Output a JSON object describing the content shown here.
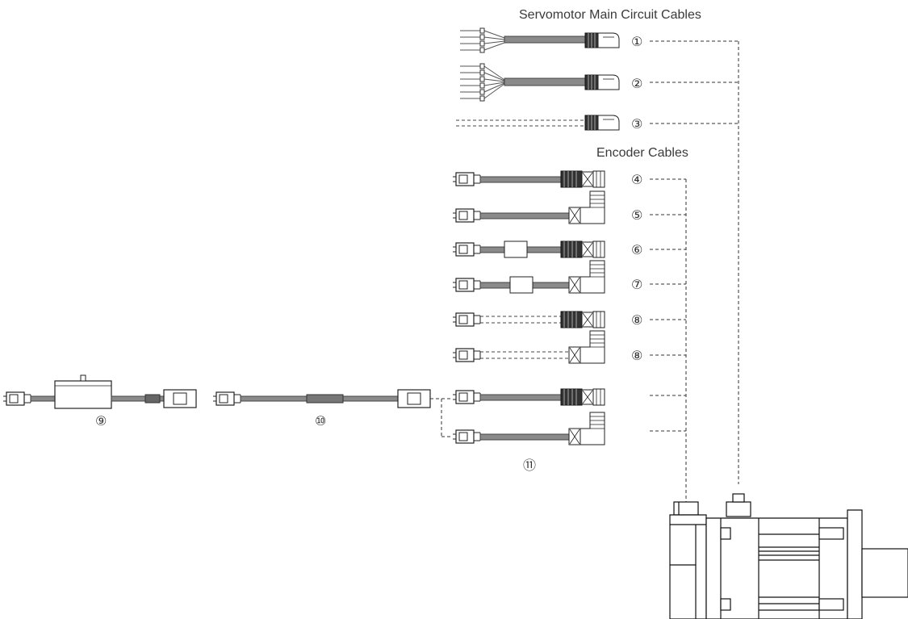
{
  "headings": {
    "main_circuit": "Servomotor Main Circuit Cables",
    "encoder": "Encoder Cables"
  },
  "labels": {
    "c1": "①",
    "c2": "②",
    "c3": "③",
    "c4": "④",
    "c5": "⑤",
    "c6": "⑥",
    "c7": "⑦",
    "c8a": "⑧",
    "c8b": "⑧",
    "c9": "⑨",
    "c10": "⑩",
    "c11": "⑪"
  }
}
